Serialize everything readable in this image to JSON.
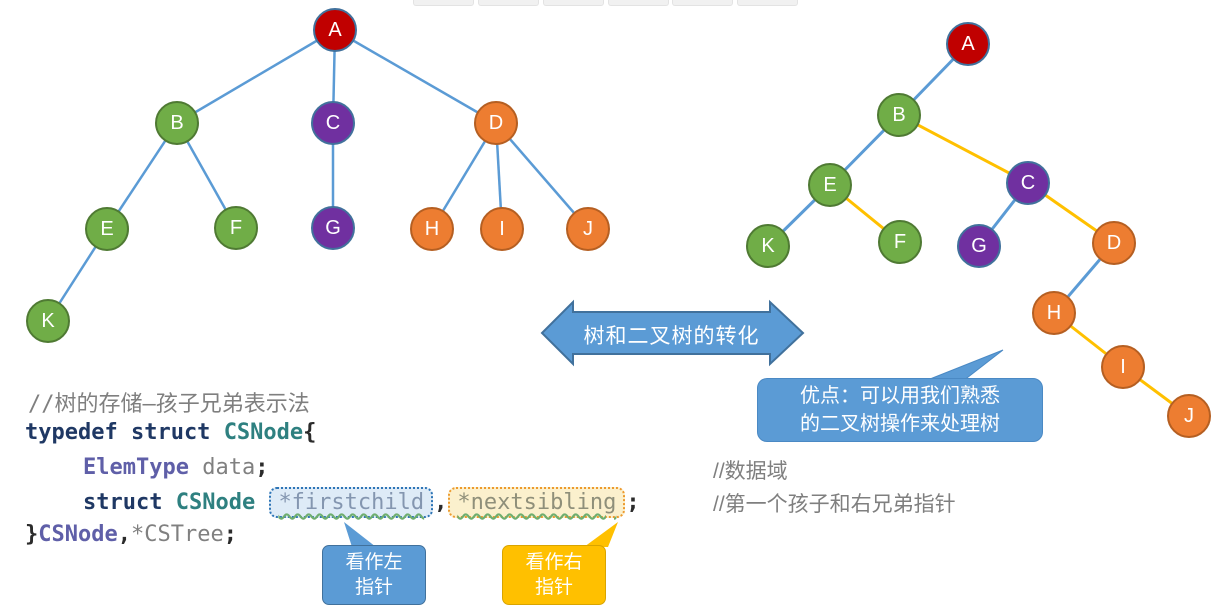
{
  "colors": {
    "node_red": "#C00000",
    "node_green": "#70AD47",
    "node_purple": "#7030A0",
    "node_orange": "#ED7D31",
    "edge_blue": "#5B9BD5",
    "edge_orange": "#FFC000",
    "arrow_fill": "#5B9BD5",
    "arrow_border": "#41719C",
    "bubble_fill": "#5B9BD5",
    "callout_left_fill": "#5B9BD5",
    "callout_right_fill": "#FFC000",
    "highlight_blue_fill": "#DEEBF7",
    "highlight_orange_fill": "#FBF0CD"
  },
  "top_strip": {
    "description": "six cut-off toolbar buttons",
    "count": 6
  },
  "left_tree": {
    "nodes": [
      {
        "id": "A",
        "label": "A",
        "color": "red"
      },
      {
        "id": "B",
        "label": "B",
        "color": "green"
      },
      {
        "id": "C",
        "label": "C",
        "color": "purple"
      },
      {
        "id": "D",
        "label": "D",
        "color": "orange"
      },
      {
        "id": "E",
        "label": "E",
        "color": "green"
      },
      {
        "id": "F",
        "label": "F",
        "color": "green"
      },
      {
        "id": "G",
        "label": "G",
        "color": "purple"
      },
      {
        "id": "H",
        "label": "H",
        "color": "orange"
      },
      {
        "id": "I",
        "label": "I",
        "color": "orange"
      },
      {
        "id": "J",
        "label": "J",
        "color": "orange"
      },
      {
        "id": "K",
        "label": "K",
        "color": "green"
      }
    ],
    "edges": [
      [
        "A",
        "B",
        "blue"
      ],
      [
        "A",
        "C",
        "blue"
      ],
      [
        "A",
        "D",
        "blue"
      ],
      [
        "B",
        "E",
        "blue"
      ],
      [
        "B",
        "F",
        "blue"
      ],
      [
        "C",
        "G",
        "blue"
      ],
      [
        "D",
        "H",
        "blue"
      ],
      [
        "D",
        "I",
        "blue"
      ],
      [
        "D",
        "J",
        "blue"
      ],
      [
        "E",
        "K",
        "blue"
      ]
    ]
  },
  "right_tree": {
    "nodes": [
      {
        "id": "A",
        "label": "A",
        "color": "red"
      },
      {
        "id": "B",
        "label": "B",
        "color": "green"
      },
      {
        "id": "C",
        "label": "C",
        "color": "purple"
      },
      {
        "id": "D",
        "label": "D",
        "color": "orange"
      },
      {
        "id": "E",
        "label": "E",
        "color": "green"
      },
      {
        "id": "F",
        "label": "F",
        "color": "green"
      },
      {
        "id": "G",
        "label": "G",
        "color": "purple"
      },
      {
        "id": "H",
        "label": "H",
        "color": "orange"
      },
      {
        "id": "I",
        "label": "I",
        "color": "orange"
      },
      {
        "id": "J",
        "label": "J",
        "color": "orange"
      },
      {
        "id": "K",
        "label": "K",
        "color": "green"
      }
    ],
    "edges": [
      [
        "A",
        "B",
        "blue"
      ],
      [
        "B",
        "E",
        "blue"
      ],
      [
        "B",
        "C",
        "orange"
      ],
      [
        "E",
        "K",
        "blue"
      ],
      [
        "E",
        "F",
        "orange"
      ],
      [
        "C",
        "G",
        "blue"
      ],
      [
        "C",
        "D",
        "orange"
      ],
      [
        "D",
        "H",
        "blue"
      ],
      [
        "H",
        "I",
        "orange"
      ],
      [
        "I",
        "J",
        "orange"
      ]
    ]
  },
  "arrow": {
    "label": "树和二叉树的转化"
  },
  "bubble": {
    "line1": "优点：可以用我们熟悉",
    "line2": "的二叉树操作来处理树"
  },
  "code": {
    "comment_title": "//树的存储—孩子兄弟表示法",
    "line2": {
      "kw": "typedef struct ",
      "type": "CSNode",
      "brace": "{"
    },
    "line3": {
      "type": "ElemType ",
      "var": "data",
      "semi": ";"
    },
    "line4": {
      "kw": "struct ",
      "type": "CSNode ",
      "first": "*firstchild",
      "comma": ",",
      "next": "*nextsibling",
      "semi": ";"
    },
    "line5": {
      "brace": "}",
      "name": "CSNode",
      "comma": ",",
      "ptr": "*CSTree",
      "semi": ";"
    }
  },
  "side_comments": {
    "data_field": "//数据域",
    "pointers": "//第一个孩子和右兄弟指针"
  },
  "callouts": {
    "left": {
      "line1": "看作左",
      "line2": "指针"
    },
    "right": {
      "line1": "看作右",
      "line2": "指针"
    }
  }
}
